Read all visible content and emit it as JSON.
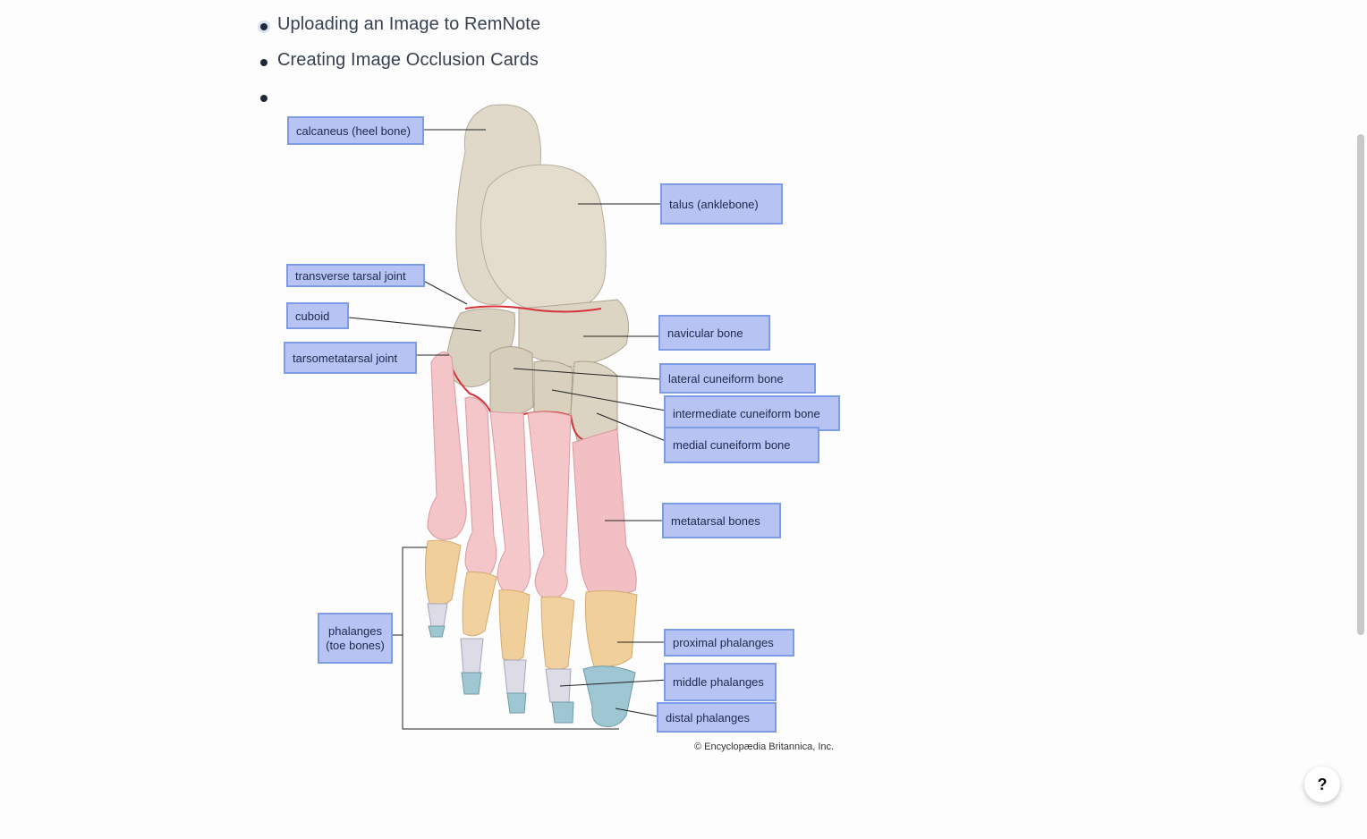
{
  "bullets": [
    {
      "text": "Uploading an Image to RemNote",
      "selected": true
    },
    {
      "text": "Creating Image Occlusion Cards",
      "selected": false
    },
    {
      "text": "",
      "selected": false
    }
  ],
  "figure": {
    "labels": {
      "calcaneus": "calcaneus (heel bone)",
      "talus": "talus (anklebone)",
      "transverse_tarsal_joint": "transverse tarsal joint",
      "cuboid": "cuboid",
      "tarsometatarsal_joint": "tarsometatarsal joint",
      "navicular": "navicular bone",
      "lateral_cuneiform": "lateral cuneiform bone",
      "intermediate_cuneiform": "intermediate cuneiform bone",
      "medial_cuneiform": "medial cuneiform bone",
      "metatarsal": "metatarsal bones",
      "phalanges_line1": "phalanges",
      "phalanges_line2": "(toe bones)",
      "proximal_phalanges": "proximal phalanges",
      "middle_phalanges": "middle phalanges",
      "distal_phalanges": "distal phalanges"
    },
    "credit": "© Encyclopædia Britannica, Inc.",
    "colors": {
      "tarsal_bone": "#ddd6c6",
      "metatarsal": "#f3c4c8",
      "proximal_phalanx": "#f1cf9a",
      "middle_phalanx": "#dcdbe6",
      "distal_phalanx": "#9fc6d3",
      "joint_line": "#d8323b",
      "label_fill": "#b6c3f3",
      "label_border": "#7e9be6"
    }
  },
  "help_button": {
    "label": "?",
    "icon": "help-icon"
  }
}
